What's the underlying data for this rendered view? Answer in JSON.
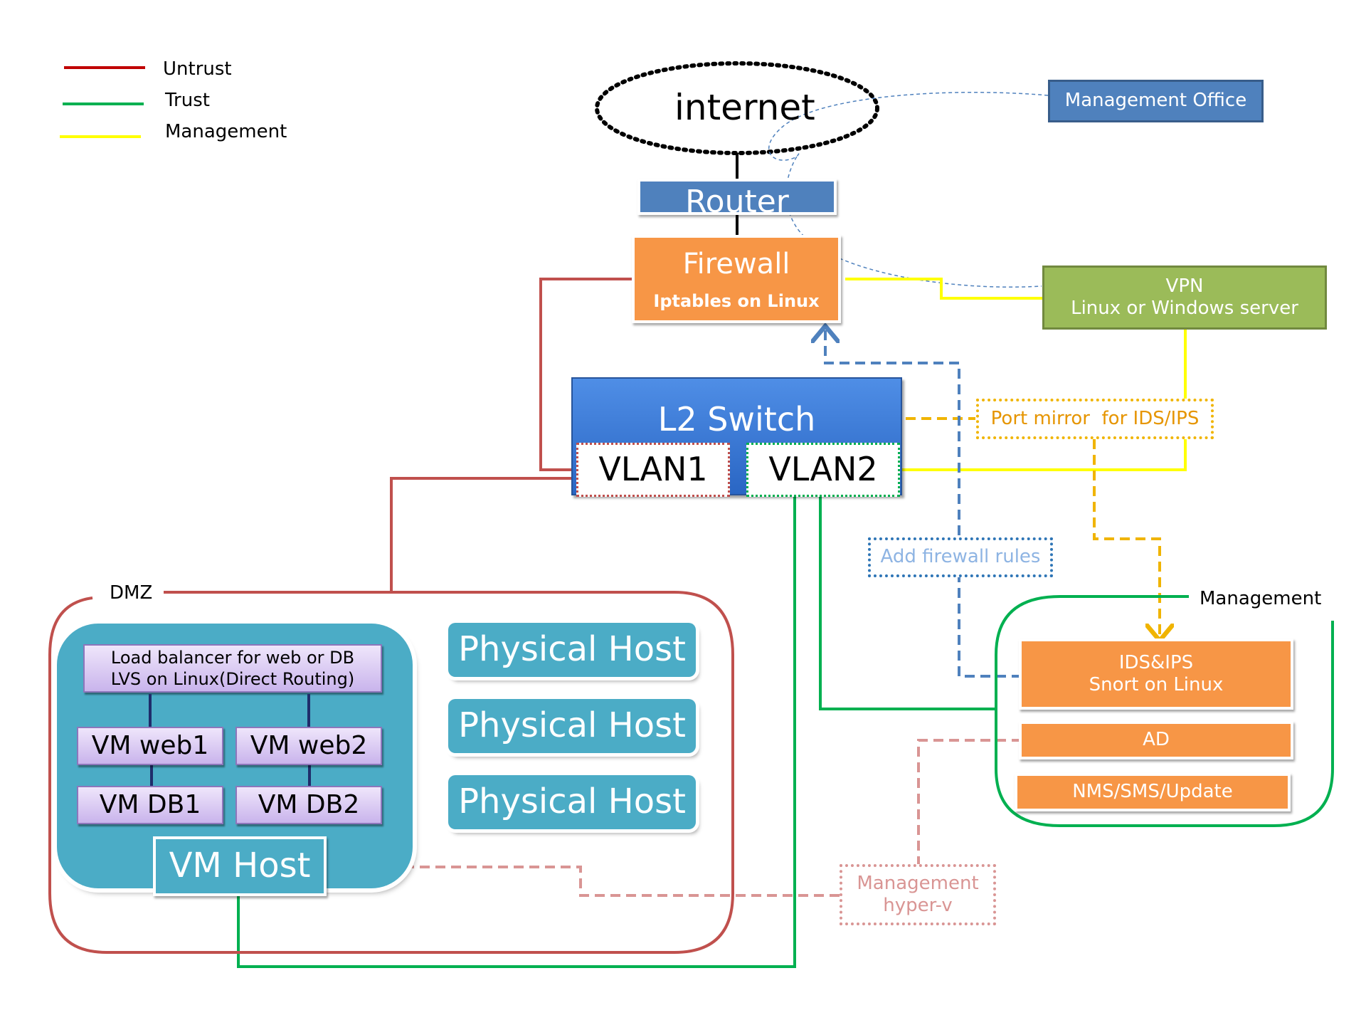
{
  "legend": [
    {
      "label": "Untrust",
      "color": "#c00000"
    },
    {
      "label": "Trust",
      "color": "#00b050"
    },
    {
      "label": "Management",
      "color": "#ffff00"
    }
  ],
  "colors": {
    "untrust_line": "#c0504d",
    "trust_line": "#00b050",
    "management_line": "#ffff00",
    "firewall_rule_line": "#4f81bd",
    "port_mirror_line": "#f0b400",
    "hyperv_line": "#d99594"
  },
  "nodes": {
    "internet": "internet",
    "router": "Router",
    "firewall": {
      "title": "Firewall",
      "subtitle": "Iptables on Linux"
    },
    "management_office": "Management Office",
    "vpn": {
      "title": "VPN",
      "subtitle": "Linux or Windows server"
    },
    "switch": {
      "title": "L2 Switch",
      "vlan1": "VLAN1",
      "vlan2": "VLAN2"
    },
    "port_mirror": "Port mirror  for IDS/IPS",
    "add_firewall_rules": "Add firewall rules",
    "dmz": {
      "label": "DMZ",
      "load_balancer": {
        "line1": "Load balancer for web or DB",
        "line2": "LVS on Linux(Direct Routing)"
      },
      "vm_web1": "VM web1",
      "vm_web2": "VM web2",
      "vm_db1": "VM DB1",
      "vm_db2": "VM DB2",
      "vm_host": "VM Host",
      "physical_hosts": [
        "Physical Host",
        "Physical Host",
        "Physical Host"
      ]
    },
    "management_zone": {
      "label": "Management",
      "ids_ips": {
        "line1": "IDS&IPS",
        "line2": "Snort on Linux"
      },
      "ad": "AD",
      "nms": "NMS/SMS/Update"
    },
    "management_hyperv": {
      "line1": "Management",
      "line2": "hyper-v"
    }
  }
}
